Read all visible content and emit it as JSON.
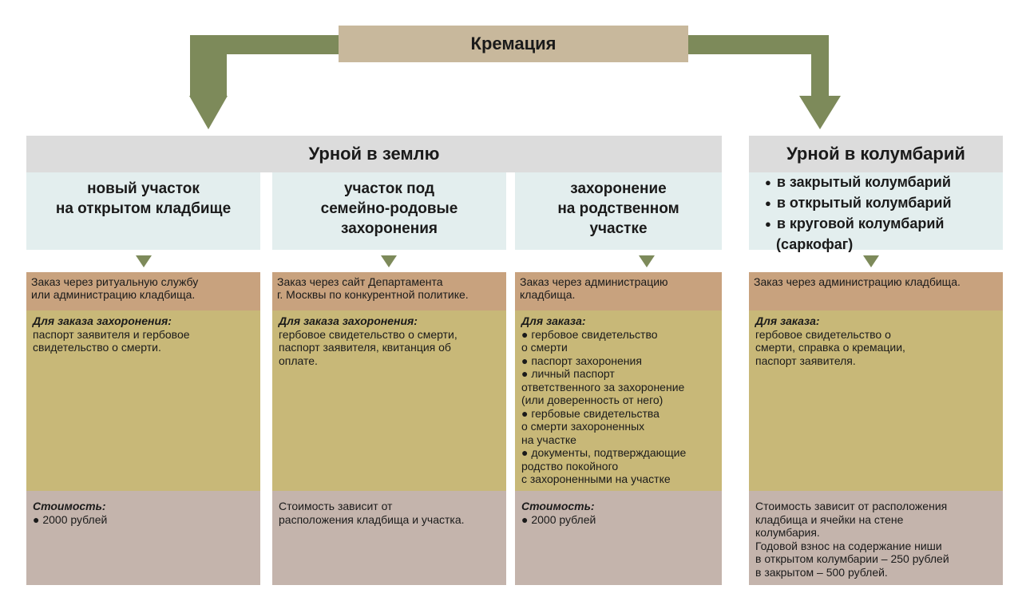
{
  "colors": {
    "arrow": "#7d8a5a",
    "root_box": "#c8b89c",
    "group_header": "#dcdcdc",
    "sub_box": "#e3eeee",
    "order_row": "#c8a27e",
    "docs_row": "#c8b878",
    "cost_row": "#c4b4ac"
  },
  "root": {
    "title": "Кремация"
  },
  "groups": [
    {
      "title": "Урной в землю"
    },
    {
      "title": "Урной в колумбарий"
    }
  ],
  "columns": [
    {
      "heading": [
        "новый участок",
        "на открытом кладбище"
      ],
      "order": [
        "Заказ через ритуальную службу",
        "или администрацию кладбища."
      ],
      "docs_label": "Для заказа захоронения:",
      "docs": [
        "паспорт заявителя и гербовое",
        "свидетельство о смерти."
      ],
      "cost_label": "Стоимость:",
      "cost": [
        "● 2000 рублей"
      ]
    },
    {
      "heading": [
        "участок под",
        "семейно-родовые",
        "захоронения"
      ],
      "order": [
        "Заказ через сайт Департамента",
        "г. Москвы по конкурентной политике."
      ],
      "docs_label": "Для заказа захоронения:",
      "docs": [
        "гербовое свидетельство о смерти,",
        "паспорт заявителя, квитанция об",
        "оплате."
      ],
      "cost_label": "",
      "cost": [
        "Стоимость зависит от",
        "расположения кладбища и участка."
      ]
    },
    {
      "heading": [
        "захоронение",
        "на родственном",
        "участке"
      ],
      "order": [
        "Заказ через администрацию",
        "кладбища."
      ],
      "docs_label": "Для заказа:",
      "docs": [
        "● гербовое свидетельство",
        "о смерти",
        "● паспорт захоронения",
        "● личный паспорт",
        "ответственного за захоронение",
        "(или доверенность от него)",
        "● гербовые свидетельства",
        "о смерти захороненных",
        "на участке",
        "● документы, подтверждающие",
        "родство покойного",
        "с захороненными на участке"
      ],
      "cost_label": "Стоимость:",
      "cost": [
        "● 2000 рублей"
      ]
    },
    {
      "bullets": [
        "в закрытый колумбарий",
        "в открытый колумбарий",
        "в круговой колумбарий"
      ],
      "bullet_tail": "(саркофаг)",
      "order": [
        "Заказ через администрацию кладбища."
      ],
      "docs_label": "Для заказа:",
      "docs": [
        "гербовое свидетельство о",
        "смерти, справка о кремации,",
        "паспорт заявителя."
      ],
      "cost_label": "",
      "cost": [
        "Стоимость зависит от расположения",
        "кладбища и ячейки на стене",
        "колумбария.",
        "Годовой взнос на содержание ниши",
        "в открытом колумбарии – 250 рублей",
        "в закрытом – 500 рублей."
      ]
    }
  ]
}
